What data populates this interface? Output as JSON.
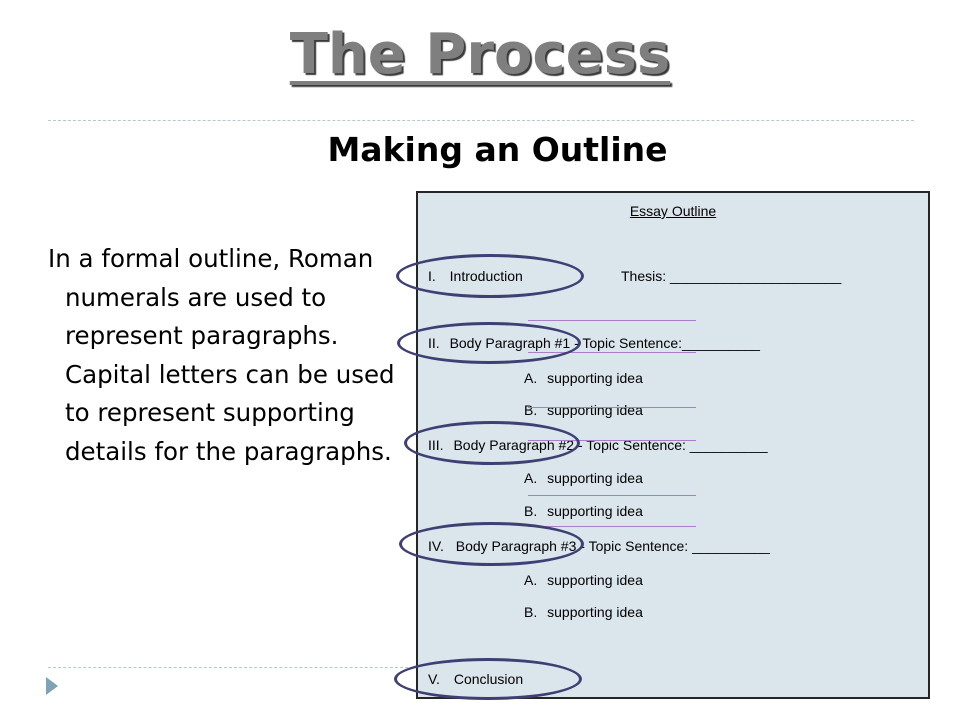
{
  "slide": {
    "title": "The Process",
    "subtitle": "Making an Outline",
    "body": "In a formal outline, Roman numerals are used to represent paragraphs. Capital letters can be used to represent supporting details for the paragraphs."
  },
  "outline": {
    "title": "Essay Outline",
    "rows": [
      {
        "num": "I.",
        "label": "Introduction",
        "extra": "Thesis: ______________________"
      },
      {
        "num": "II.",
        "label": "Body Paragraph #1 - Topic Sentence:__________"
      },
      {
        "num": "A.",
        "label": "supporting idea"
      },
      {
        "num": "B.",
        "label": "supporting idea"
      },
      {
        "num": "III.",
        "label": "Body Paragraph #2 - Topic Sentence: __________"
      },
      {
        "num": "A.",
        "label": "supporting idea"
      },
      {
        "num": "B.",
        "label": "supporting idea"
      },
      {
        "num": "IV.",
        "label": "Body Paragraph #3 - Topic Sentence: __________"
      },
      {
        "num": "A.",
        "label": "supporting idea"
      },
      {
        "num": "B.",
        "label": "supporting idea"
      },
      {
        "num": "V.",
        "label": "Conclusion"
      }
    ]
  },
  "colors": {
    "title": "#7f7f7f",
    "panel_bg": "#dbe5ec",
    "oval": "#3e3f73",
    "annotation_line": "#a77fc8"
  }
}
